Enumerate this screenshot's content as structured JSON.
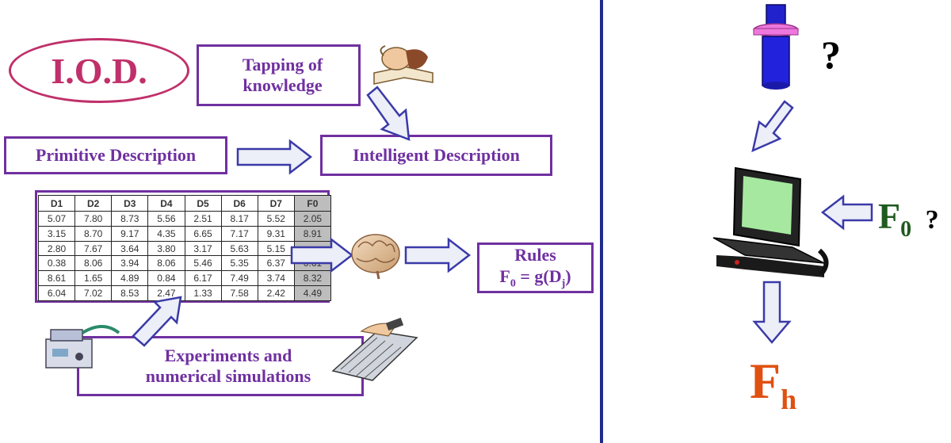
{
  "iod_label": "I.O.D.",
  "boxes": {
    "tapping": "Tapping of knowledge",
    "primitive": "Primitive Description",
    "intelligent": "Intelligent Description",
    "rules_line1": "Rules",
    "rules_line2": "F0 = g(Dj)",
    "experiments": "Experiments and numerical simulations"
  },
  "table": {
    "headers": [
      "D1",
      "D2",
      "D3",
      "D4",
      "D5",
      "D6",
      "D7",
      "F0"
    ],
    "rows": [
      [
        "5.07",
        "7.80",
        "8.73",
        "5.56",
        "2.51",
        "8.17",
        "5.52",
        "2.05"
      ],
      [
        "3.15",
        "8.70",
        "9.17",
        "4.35",
        "6.65",
        "7.17",
        "9.31",
        "8.91"
      ],
      [
        "2.80",
        "7.67",
        "3.64",
        "3.80",
        "3.17",
        "5.63",
        "5.15",
        ""
      ],
      [
        "0.38",
        "8.06",
        "3.94",
        "8.06",
        "5.46",
        "5.35",
        "6.37",
        "0.61"
      ],
      [
        "8.61",
        "1.65",
        "4.89",
        "0.84",
        "6.17",
        "7.49",
        "3.74",
        "8.32"
      ],
      [
        "6.04",
        "7.02",
        "8.53",
        "2.47",
        "1.33",
        "7.58",
        "2.42",
        "4.49"
      ]
    ]
  },
  "right_panel": {
    "question_top": "?",
    "f0_main": "F",
    "f0_sub": "0",
    "f0_q": "?",
    "fh_main": "F",
    "fh_sub": "h"
  },
  "colors": {
    "box_border": "#7030a0",
    "iod": "#c0306a",
    "divider": "#1f2a8c",
    "arrow_fill": "#eceef8",
    "arrow_stroke": "#3a3aa8",
    "f0": "#1f5a1f",
    "fh": "#e05010"
  },
  "icons": [
    "book-reader-icon",
    "brain-icon",
    "lab-equipment-icon",
    "keyboard-hands-icon",
    "bolt-part-icon",
    "laptop-icon"
  ]
}
